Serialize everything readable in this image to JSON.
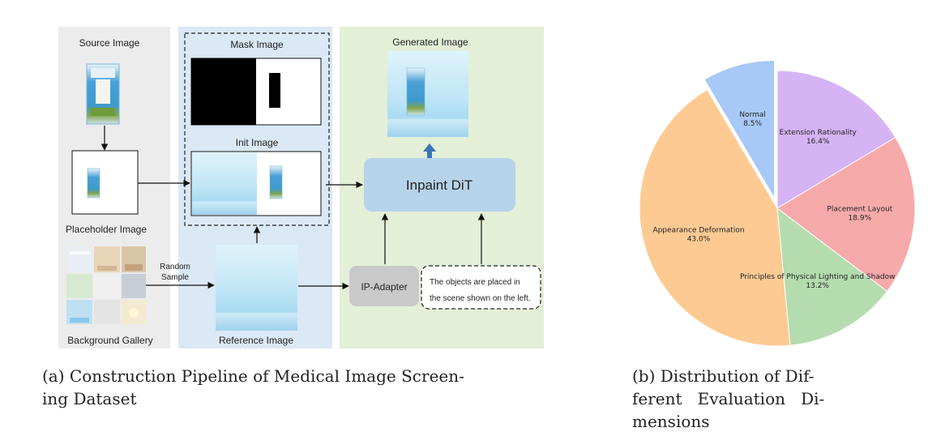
{
  "pipeline": {
    "source_label": "Source Image",
    "placeholder_label": "Placeholder Image",
    "gallery_label": "Background Gallery",
    "random_sample_line1": "Random",
    "random_sample_line2": "Sample",
    "mask_label": "Mask Image",
    "init_label": "Init Image",
    "reference_label": "Reference Image",
    "generated_label": "Generated Image",
    "inpaint_label": "Inpaint DiT",
    "ip_adapter_label": "IP-Adapter",
    "prompt_line1": "The objects are placed in",
    "prompt_line2": "the scene shown on the left.",
    "caption_line1": "(a) Construction Pipeline of Medical Image Screen-",
    "caption_line2": "ing Dataset"
  },
  "pie_caption": {
    "line1": "(b) Distribution of Dif-",
    "line2": "ferent   Evaluation   Di-",
    "line3": "mensions"
  },
  "colors": {
    "panel_gray": "#ececec",
    "panel_blue": "#dbe8f5",
    "panel_green": "#e3efd7",
    "inpaint_box": "#b7d3ea",
    "ip_box": "#c9c9c9",
    "arrow_up": "#3b74b8"
  },
  "chart_data": {
    "type": "pie",
    "slices": [
      {
        "label": "Extension Rationality",
        "pct": "16.4%",
        "value": 16.4,
        "color": "#d6b3f5"
      },
      {
        "label": "Placement Layout",
        "pct": "18.9%",
        "value": 18.9,
        "color": "#f7aaaa"
      },
      {
        "label": "Principles of Physical Lighting and Shadow",
        "pct": "13.2%",
        "value": 13.2,
        "color": "#b4dcae"
      },
      {
        "label": "Appearance Deformation",
        "pct": "43.0%",
        "value": 43.0,
        "color": "#fdca93"
      },
      {
        "label": "Normal",
        "pct": "8.5%",
        "value": 8.5,
        "color": "#a8c8f7",
        "exploded": true
      }
    ]
  }
}
